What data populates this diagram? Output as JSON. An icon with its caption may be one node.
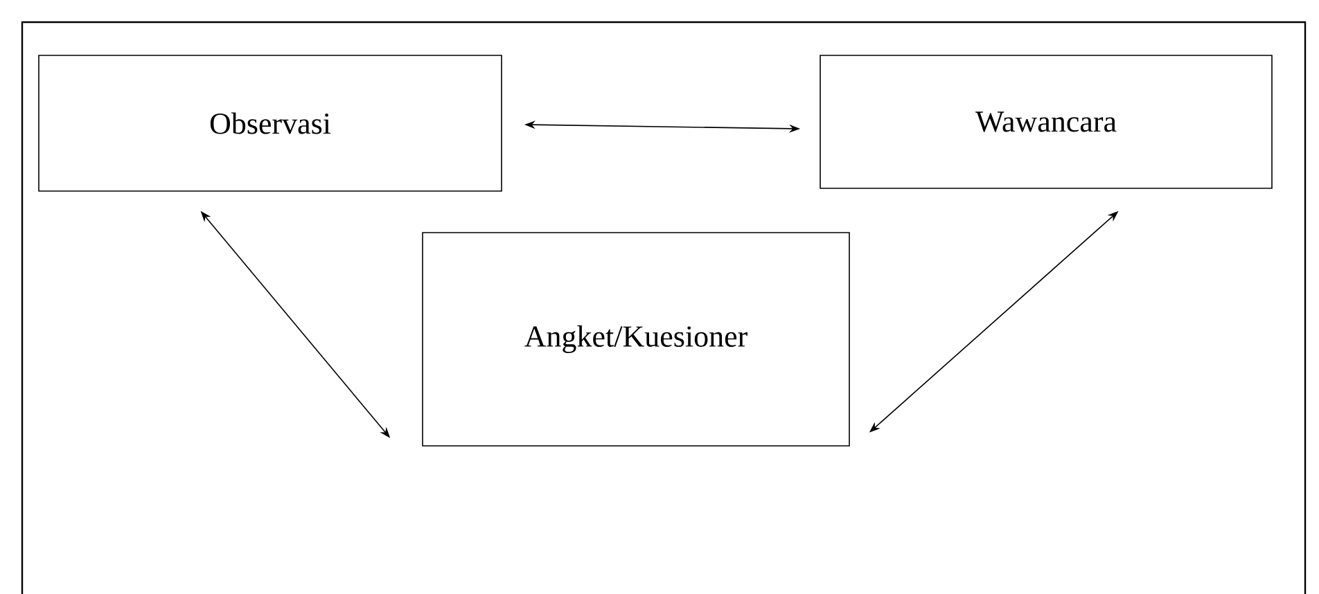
{
  "diagram": {
    "nodes": [
      {
        "text": [
          "Observasi"
        ]
      },
      {
        "text": [
          "Wawancara"
        ]
      },
      {
        "text": [
          "Angket/Kuesioner"
        ]
      }
    ],
    "edges": [
      {
        "from": 0,
        "to": 1,
        "arrow": "both"
      },
      {
        "from": 0,
        "to": 2,
        "arrow": "both"
      },
      {
        "from": 1,
        "to": 2,
        "arrow": "both"
      }
    ]
  }
}
